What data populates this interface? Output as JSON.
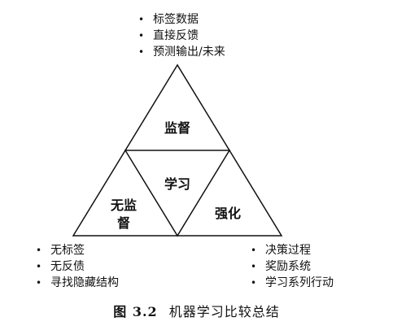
{
  "diagram": {
    "top_list": [
      "标签数据",
      "直接反馈",
      "预测输出/未来"
    ],
    "left_list": [
      "无标签",
      "无反债",
      "寻找隐藏结构"
    ],
    "right_list": [
      "决策过程",
      "奖励系统",
      "学习系列行动"
    ],
    "regions": {
      "top": "监督",
      "center": "学习",
      "left_line1": "无监",
      "left_line2": "督",
      "right": "强化"
    },
    "bullet_symbol": "•"
  },
  "caption": {
    "figure_number": "图 3.2",
    "text": "机器学习比较总结"
  }
}
